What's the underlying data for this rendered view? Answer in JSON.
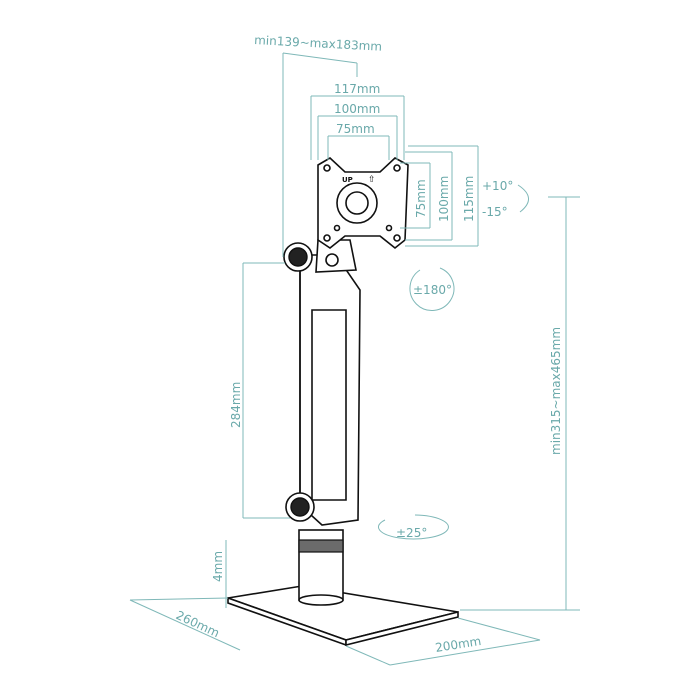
{
  "diagram": {
    "subject": "monitor stand dimension drawing",
    "accent_color": "#6aa9aa",
    "line_color": "#111111",
    "dimensions": {
      "arm_depth": "min139~max183mm",
      "hole_117": "117mm",
      "hole_100_h": "100mm",
      "hole_75_h": "75mm",
      "hole_75_v": "75mm",
      "hole_100_v": "100mm",
      "hole_115_v": "115mm",
      "height_arm": "284mm",
      "height_total": "min315~max465mm",
      "base_thickness": "4mm",
      "base_depth": "260mm",
      "base_width": "200mm"
    },
    "rotations": {
      "tilt_up": "+10°",
      "tilt_down": "-15°",
      "rotate": "±180°",
      "swivel": "±25°"
    },
    "plate_marks": {
      "up_text": "UP"
    }
  }
}
